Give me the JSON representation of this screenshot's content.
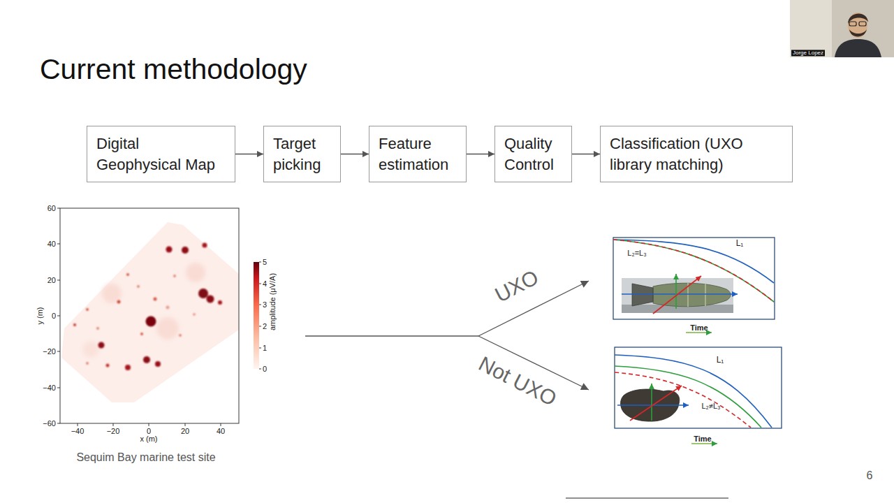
{
  "diagram": {
    "title": "Current methodology",
    "caption": "Sequim Bay marine test site",
    "nodes": [
      {
        "text": [
          "Digital Geophysical Map"
        ]
      },
      {
        "text": [
          "Target picking"
        ]
      },
      {
        "text": [
          "Feature estimation"
        ]
      },
      {
        "text": [
          "Quality Control"
        ]
      },
      {
        "text": [
          "Classification (UXO library matching)"
        ]
      }
    ],
    "edges": [
      {
        "from": 0,
        "to": 1,
        "arrow": "to"
      },
      {
        "from": 1,
        "to": 2,
        "arrow": "to"
      },
      {
        "from": 2,
        "to": 3,
        "arrow": "to"
      },
      {
        "from": 3,
        "to": 4,
        "arrow": "to"
      }
    ],
    "labels": [
      "60",
      "40",
      "20",
      "0",
      "−20",
      "−40",
      "−60",
      "−40",
      "−20",
      "0",
      "20",
      "40",
      "y (m)",
      "x (m)",
      "5",
      "4",
      "3",
      "2",
      "1",
      "0",
      "amplitude (μV/A)",
      "UXO",
      "Not UXO",
      "L₁",
      "L₂=L₃",
      "Time",
      "L₁",
      "L₂≠L₃",
      "Time",
      "6",
      "Jorge Lopez"
    ]
  }
}
